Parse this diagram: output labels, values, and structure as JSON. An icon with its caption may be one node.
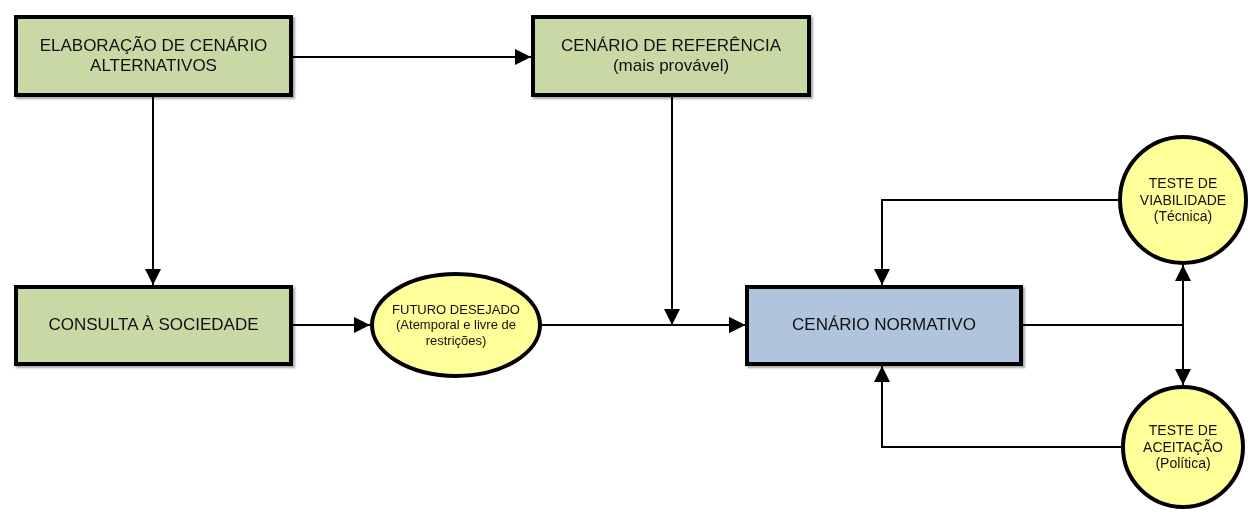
{
  "diagram": {
    "nodes": [
      {
        "text": [
          "ELABORAÇÃO DE CENÁRIO ALTERNATIVOS"
        ]
      },
      {
        "text": [
          "CENÁRIO DE REFERÊNCIA",
          "(mais provável)"
        ]
      },
      {
        "text": [
          "CONSULTA À SOCIEDADE"
        ]
      },
      {
        "text": [
          "FUTURO DESEJADO",
          "(Atemporal e livre de restrições)"
        ]
      },
      {
        "text": [
          "CENÁRIO NORMATIVO"
        ]
      },
      {
        "text": [
          "TESTE DE VIABILIDADE",
          "(Técnica)"
        ]
      },
      {
        "text": [
          "TESTE DE ACEITAÇÃO",
          "(Política)"
        ]
      }
    ],
    "edges": [
      {
        "from": 0,
        "to": 1,
        "arrow": "to"
      },
      {
        "from": 0,
        "to": 2,
        "arrow": "to"
      },
      {
        "from": 2,
        "to": 3,
        "arrow": "to"
      },
      {
        "from": 1,
        "to": 4,
        "arrow": "to"
      },
      {
        "from": 3,
        "to": 4,
        "arrow": "to"
      },
      {
        "from": 4,
        "to": 5,
        "arrow": "to"
      },
      {
        "from": 4,
        "to": 6,
        "arrow": "to"
      },
      {
        "from": 5,
        "to": 4,
        "arrow": "to"
      },
      {
        "from": 6,
        "to": 4,
        "arrow": "to"
      }
    ]
  }
}
